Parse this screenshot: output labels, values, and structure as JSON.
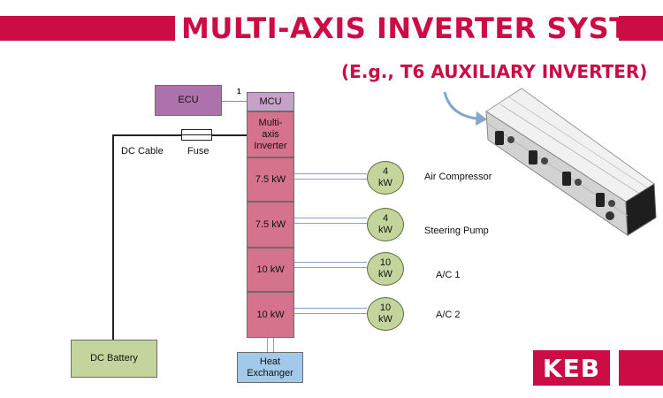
{
  "title": "MULTI-AXIS INVERTER SYSTEM",
  "subtitle": "(E.g., T6 AUXILIARY INVERTER)",
  "logo": "KEB",
  "brand_color": "#cc0c45",
  "diagram": {
    "ecu": "ECU",
    "mcu": "MCU",
    "link_number": "1",
    "inverter": "Multi-axis Inverter",
    "dc_cable": "DC Cable",
    "fuse": "Fuse",
    "battery": "DC Battery",
    "heat_exchanger": "Heat Exchanger",
    "axes": [
      {
        "power": "7.5 kW",
        "motor": "4 kW",
        "load": "Air Compressor"
      },
      {
        "power": "7.5 kW",
        "motor": "4 kW",
        "load": "Steering Pump"
      },
      {
        "power": "10 kW",
        "motor": "10 kW",
        "load": "A/C 1"
      },
      {
        "power": "10 kW",
        "motor": "10 kW",
        "load": "A/C 2"
      }
    ]
  }
}
